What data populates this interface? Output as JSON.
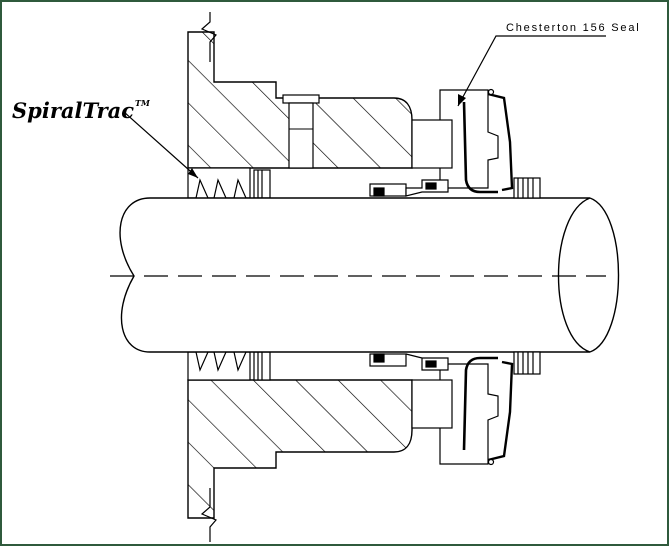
{
  "labels": {
    "brand": "SpiralTrac",
    "brand_mark": "TM",
    "seal": "Chesterton 156 Seal"
  },
  "colors": {
    "frame_border": "#2f5a3c",
    "line": "#000000",
    "background": "#ffffff"
  }
}
